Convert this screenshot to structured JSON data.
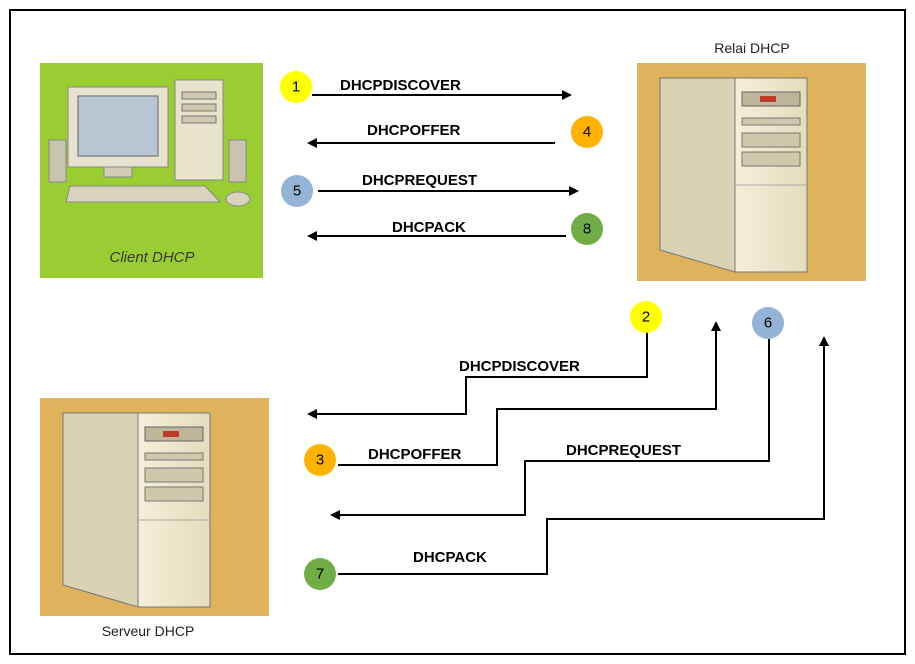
{
  "nodes": {
    "client": {
      "label": "Client DHCP"
    },
    "relay": {
      "label": "Relai DHCP"
    },
    "server": {
      "label": "Serveur DHCP"
    }
  },
  "messages": [
    {
      "step": "1",
      "label": "DHCPDISCOVER"
    },
    {
      "step": "4",
      "label": "DHCPOFFER"
    },
    {
      "step": "5",
      "label": "DHCPREQUEST"
    },
    {
      "step": "8",
      "label": "DHCPACK"
    },
    {
      "step": "2",
      "label": "DHCPDISCOVER"
    },
    {
      "step": "3",
      "label": "DHCPOFFER"
    },
    {
      "step": "6",
      "label": "DHCPREQUEST"
    },
    {
      "step": "7",
      "label": "DHCPACK"
    }
  ],
  "colors": {
    "client_bg": "#9acd32",
    "server_bg": "#deb35b",
    "step_yellow": "#ffff00",
    "step_orange": "#ffb300",
    "step_blue": "#95b3d7",
    "step_green": "#70ad47"
  }
}
